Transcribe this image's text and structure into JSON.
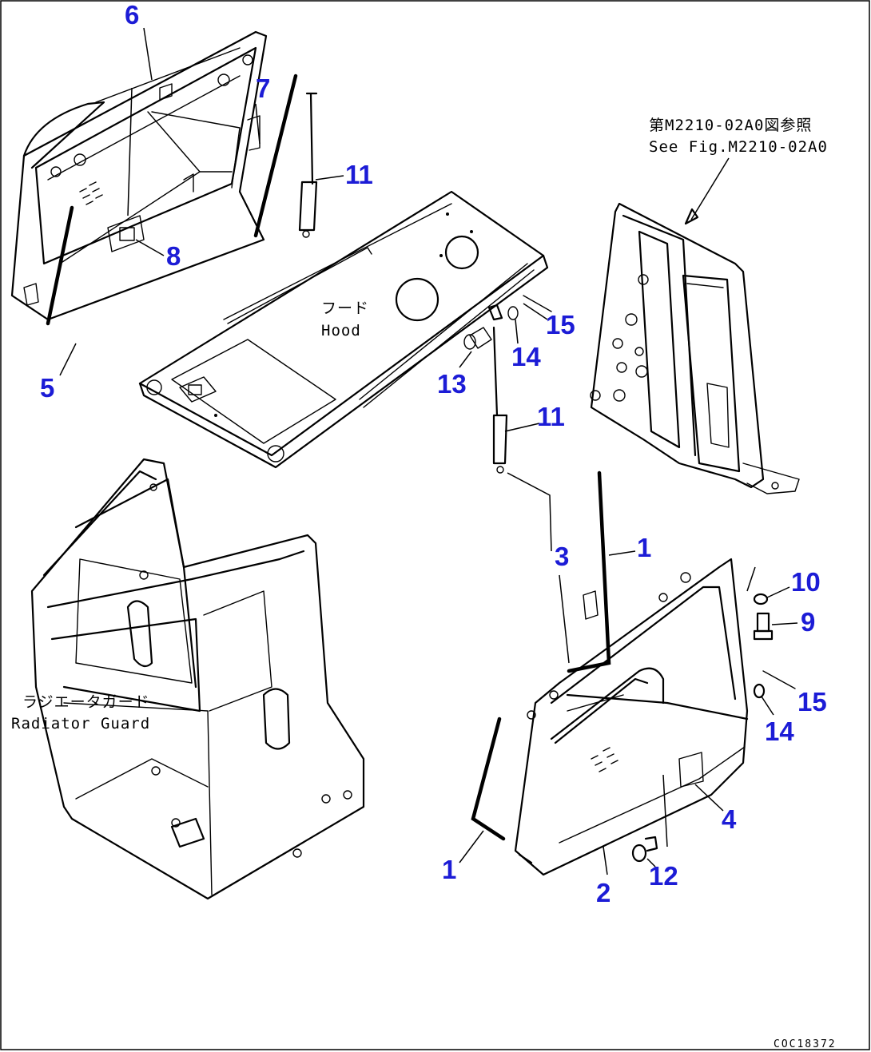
{
  "diagram": {
    "callouts": [
      {
        "id": "c6",
        "text": "6"
      },
      {
        "id": "c7",
        "text": "7"
      },
      {
        "id": "c11a",
        "text": "11"
      },
      {
        "id": "c8",
        "text": "8"
      },
      {
        "id": "c5",
        "text": "5"
      },
      {
        "id": "c15a",
        "text": "15"
      },
      {
        "id": "c14a",
        "text": "14"
      },
      {
        "id": "c13",
        "text": "13"
      },
      {
        "id": "c11b",
        "text": "11"
      },
      {
        "id": "c1a",
        "text": "1"
      },
      {
        "id": "c3",
        "text": "3"
      },
      {
        "id": "c10",
        "text": "10"
      },
      {
        "id": "c9",
        "text": "9"
      },
      {
        "id": "c15b",
        "text": "15"
      },
      {
        "id": "c14b",
        "text": "14"
      },
      {
        "id": "c4",
        "text": "4"
      },
      {
        "id": "c12",
        "text": "12"
      },
      {
        "id": "c2",
        "text": "2"
      },
      {
        "id": "c1b",
        "text": "1"
      }
    ],
    "notes": {
      "reference_jp": "第M2210-02A0図参照",
      "reference_en": "See Fig.M2210-02A0",
      "hood_jp": "フード",
      "hood_en": "Hood",
      "radiator_jp": "ラジエータガード",
      "radiator_en": "Radiator Guard"
    },
    "drawing_code": "COC18372"
  }
}
